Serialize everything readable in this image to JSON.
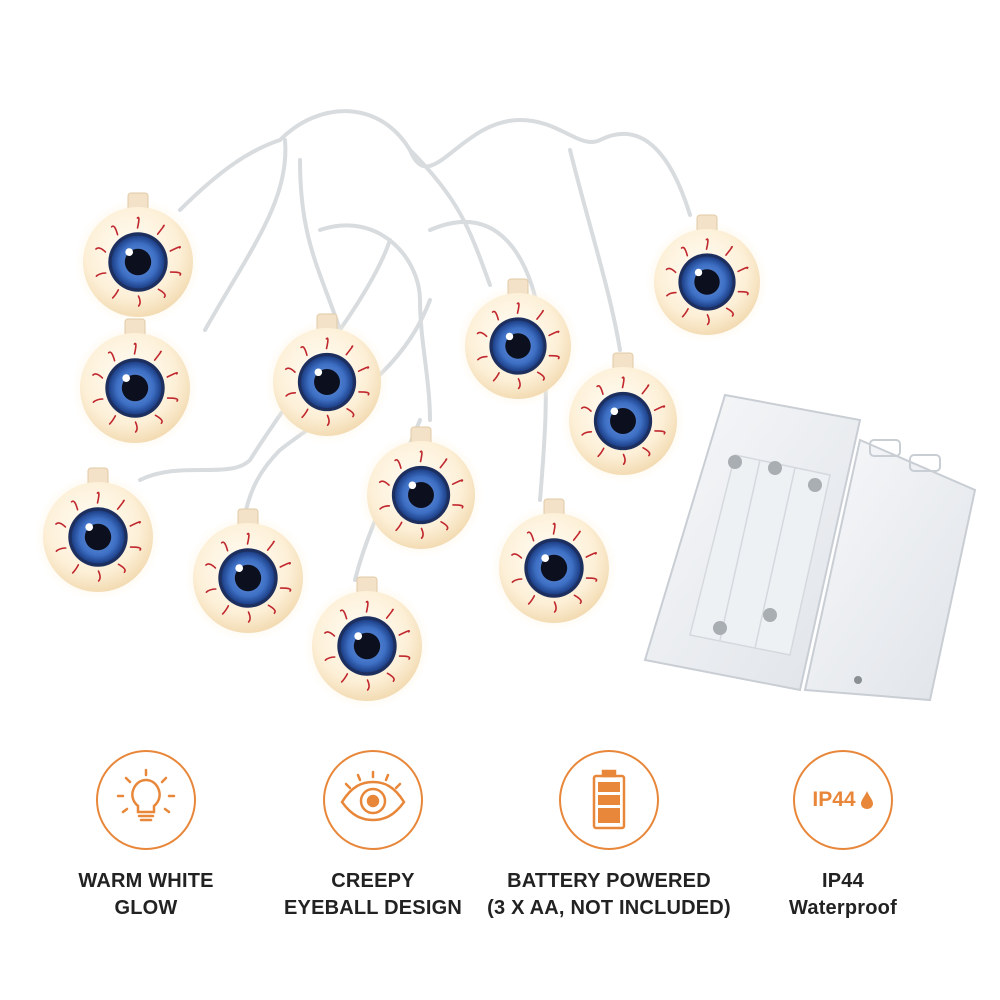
{
  "colors": {
    "accent": "#e8873a",
    "text": "#222222",
    "iris": "#3d6fc4",
    "veins": "#c0282e",
    "bulb_glow": "#fff1d6"
  },
  "features": [
    {
      "icon": "lightbulb-icon",
      "line1": "WARM WHITE",
      "line2": "GLOW"
    },
    {
      "icon": "eye-icon",
      "line1": "CREEPY",
      "line2": "EYEBALL DESIGN"
    },
    {
      "icon": "battery-icon",
      "line1": "BATTERY POWERED",
      "line2": "(3 X AA, NOT INCLUDED)"
    },
    {
      "icon": "ip44-waterproof-icon",
      "badge": "IP44",
      "line1": "IP44",
      "line2": "Waterproof"
    }
  ]
}
